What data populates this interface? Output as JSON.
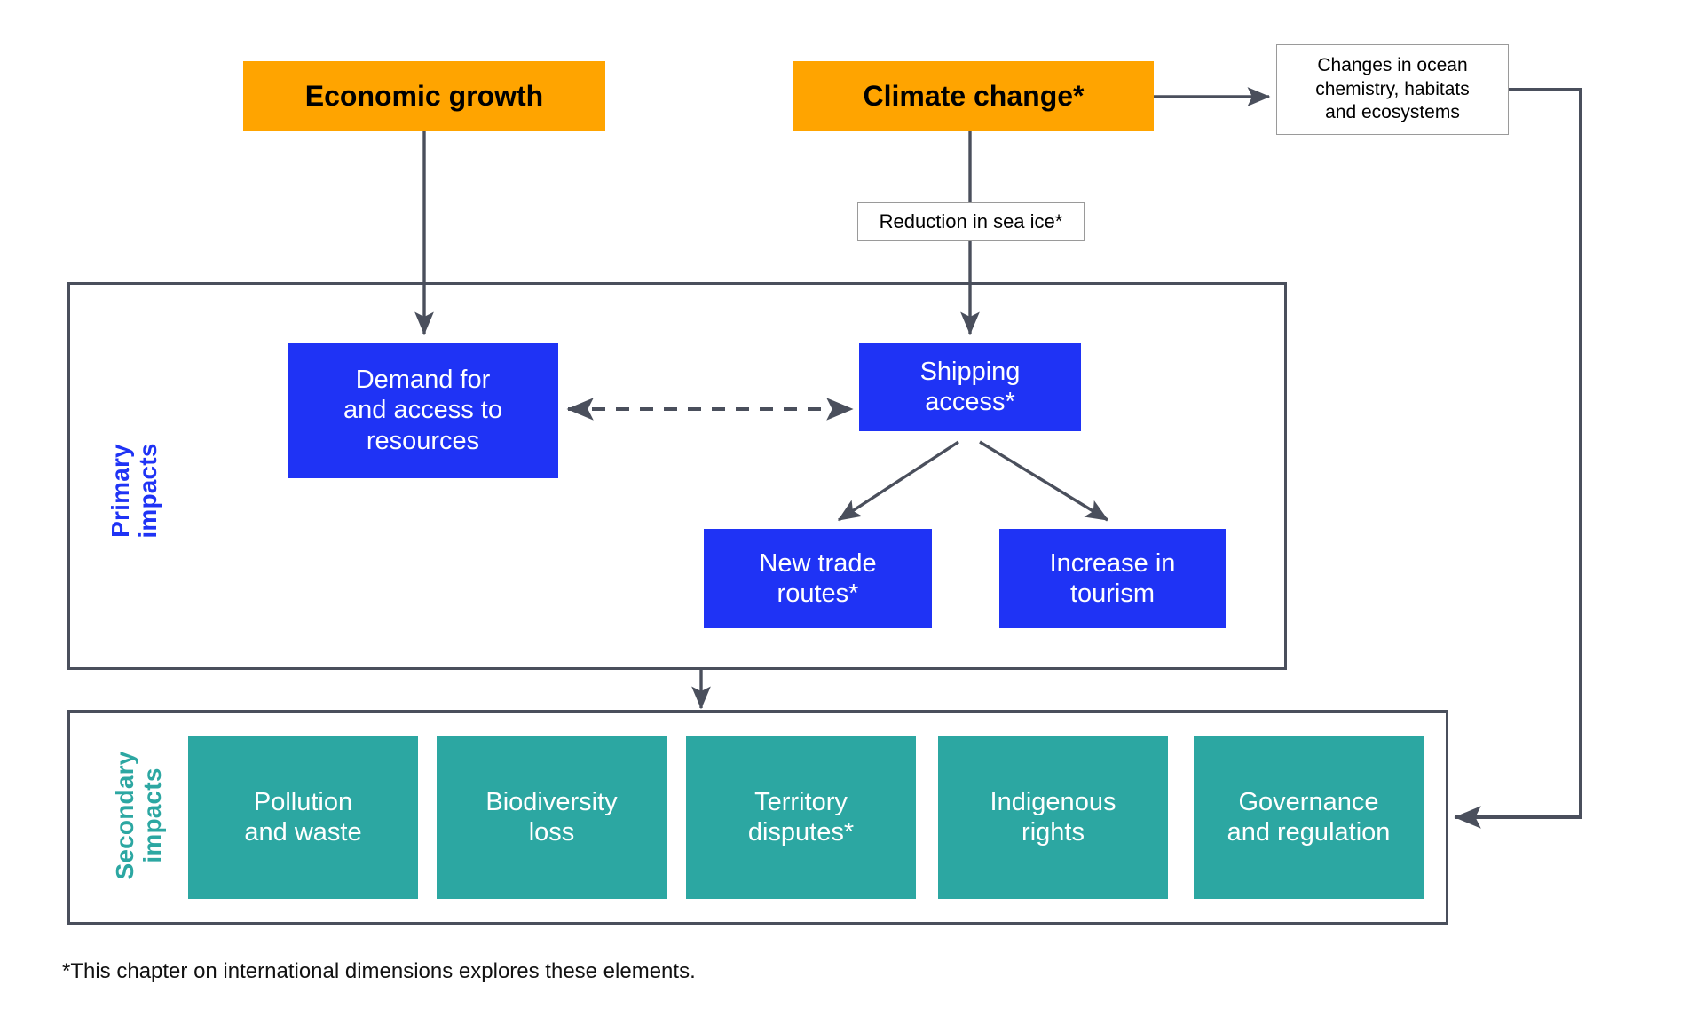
{
  "diagram": {
    "title_footnote": "*This chapter on international dimensions explores these elements.",
    "colors": {
      "orange": "#FFA400",
      "blue": "#1F33F5",
      "teal": "#2CA7A2",
      "frame": "#4A4F5C",
      "arrow": "#4A4F5C",
      "plain_border": "#9A9A9A",
      "background": "#FFFFFF"
    },
    "drivers": [
      {
        "id": "economic-growth",
        "label": "Economic growth"
      },
      {
        "id": "climate-change",
        "label": "Climate change*"
      }
    ],
    "side_note": {
      "id": "ocean-changes",
      "label": "Changes in ocean\nchemistry, habitats\nand ecosystems"
    },
    "intermediate": {
      "id": "sea-ice",
      "label": "Reduction in sea ice*"
    },
    "primary": {
      "group_label": "Primary\nimpacts",
      "nodes": [
        {
          "id": "demand-resources",
          "label": "Demand for\nand access to\nresources"
        },
        {
          "id": "shipping-access",
          "label": "Shipping\naccess*"
        },
        {
          "id": "new-trade-routes",
          "label": "New trade\nroutes*"
        },
        {
          "id": "increase-tourism",
          "label": "Increase in\ntourism"
        }
      ]
    },
    "secondary": {
      "group_label": "Secondary\nimpacts",
      "nodes": [
        {
          "id": "pollution-waste",
          "label": "Pollution\nand waste"
        },
        {
          "id": "biodiversity-loss",
          "label": "Biodiversity\nloss"
        },
        {
          "id": "territory-disputes",
          "label": "Territory\ndisputes*"
        },
        {
          "id": "indigenous-rights",
          "label": "Indigenous\nrights"
        },
        {
          "id": "governance-regulation",
          "label": "Governance\nand regulation"
        }
      ]
    },
    "edges": [
      {
        "from": "economic-growth",
        "to": "demand-resources",
        "style": "solid-arrow"
      },
      {
        "from": "climate-change",
        "to": "sea-ice",
        "style": "solid-line"
      },
      {
        "from": "sea-ice",
        "to": "shipping-access",
        "style": "solid-arrow"
      },
      {
        "from": "climate-change",
        "to": "ocean-changes",
        "style": "solid-arrow"
      },
      {
        "from": "demand-resources",
        "to": "shipping-access",
        "style": "dashed-double-arrow"
      },
      {
        "from": "shipping-access",
        "to": "new-trade-routes",
        "style": "solid-arrow"
      },
      {
        "from": "shipping-access",
        "to": "increase-tourism",
        "style": "solid-arrow"
      },
      {
        "from": "primary-group",
        "to": "secondary-group",
        "style": "solid-arrow"
      },
      {
        "from": "ocean-changes",
        "to": "secondary-group",
        "style": "elbow-arrow"
      }
    ]
  }
}
